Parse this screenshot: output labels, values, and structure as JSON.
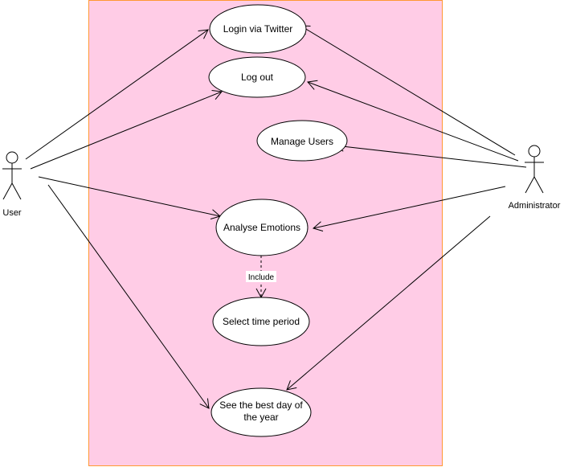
{
  "diagram": {
    "type": "use-case",
    "colors": {
      "system_fill": "#ffcce6",
      "system_border": "#ff9933",
      "line": "#000000",
      "usecase_fill": "#ffffff"
    },
    "actors": {
      "user": {
        "label": "User"
      },
      "admin": {
        "label": "Administrator"
      }
    },
    "use_cases": {
      "login": {
        "label": "Login via Twitter"
      },
      "logout": {
        "label": "Log out"
      },
      "manage": {
        "label": "Manage Users"
      },
      "analyse": {
        "label": "Analyse Emotions"
      },
      "select": {
        "label": "Select time period"
      },
      "best_day": {
        "line1": "See the best day of",
        "line2": "the year"
      }
    },
    "include_label": "Include",
    "associations": [
      {
        "from": "User",
        "to": "Login via Twitter"
      },
      {
        "from": "User",
        "to": "Log out"
      },
      {
        "from": "User",
        "to": "Analyse Emotions"
      },
      {
        "from": "User",
        "to": "See the best day of the year"
      },
      {
        "from": "Administrator",
        "to": "Login via Twitter"
      },
      {
        "from": "Administrator",
        "to": "Log out"
      },
      {
        "from": "Administrator",
        "to": "Manage Users"
      },
      {
        "from": "Administrator",
        "to": "Analyse Emotions"
      },
      {
        "from": "Administrator",
        "to": "See the best day of the year"
      }
    ],
    "includes": [
      {
        "from": "Analyse Emotions",
        "to": "Select time period"
      }
    ]
  }
}
